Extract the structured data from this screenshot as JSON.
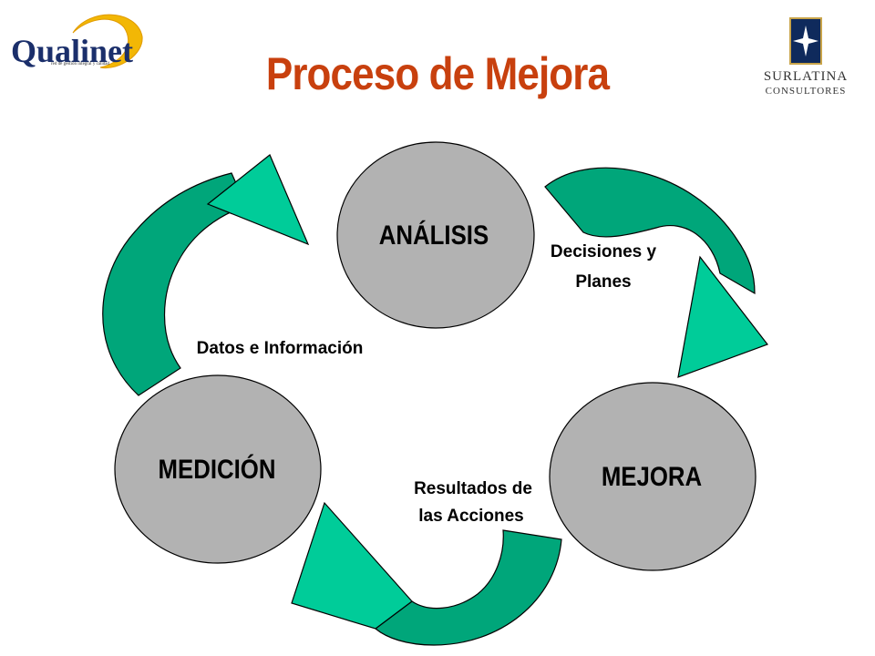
{
  "title": "Proceso de Mejora",
  "colors": {
    "title": "#c8400e",
    "node_fill": "#b2b2b2",
    "arrow_dark": "#00a67a",
    "arrow_light": "#00cc99",
    "outline": "#000000"
  },
  "logos": {
    "left": {
      "name": "Qualinet",
      "tagline": "red de gestión integral y calidad"
    },
    "right": {
      "line1": "SURLATINA",
      "line2": "CONSULTORES"
    }
  },
  "nodes": [
    {
      "id": "analisis",
      "label": "ANÁLISIS"
    },
    {
      "id": "mejora",
      "label": "MEJORA"
    },
    {
      "id": "medicion",
      "label": "MEDICIÓN"
    }
  ],
  "edges": [
    {
      "from": "analisis",
      "to": "mejora",
      "label_lines": [
        "Decisiones y",
        "Planes"
      ]
    },
    {
      "from": "mejora",
      "to": "medicion",
      "label_lines": [
        "Resultados de",
        "las Acciones"
      ]
    },
    {
      "from": "medicion",
      "to": "analisis",
      "label_lines": [
        "Datos e Información"
      ]
    }
  ]
}
